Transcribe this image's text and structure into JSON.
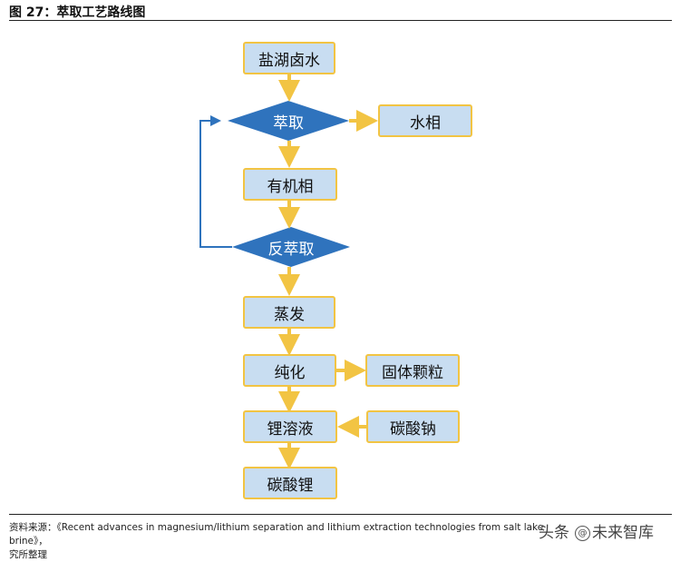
{
  "figure": {
    "title": "图 27：萃取工艺路线图"
  },
  "nodes": {
    "brine": "盐湖卤水",
    "extraction": "萃取",
    "aqueous_phase": "水相",
    "organic_phase": "有机相",
    "back_extraction": "反萃取",
    "evaporation": "蒸发",
    "purification": "纯化",
    "solid_particles": "固体颗粒",
    "lithium_solution": "锂溶液",
    "sodium_carbonate": "碳酸钠",
    "lithium_carbonate": "碳酸锂"
  },
  "colors": {
    "box_fill": "#c8ddf1",
    "box_border": "#f2c443",
    "diamond_fill": "#2f73bd",
    "arrow": "#f2c443",
    "feedback_line": "#2f73bd"
  },
  "footer": {
    "source": "资料来源：《Recent advances in magnesium/lithium separation and lithium extraction technologies from salt lake brine》，",
    "source_line2": "究所整理",
    "watermark": "头条",
    "watermark_name": "未来智库"
  }
}
